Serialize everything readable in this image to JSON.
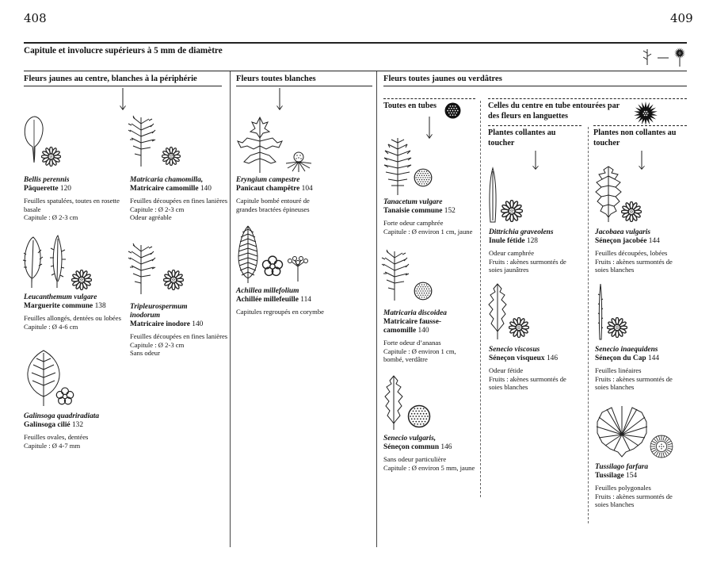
{
  "pages": {
    "left": "408",
    "right": "409"
  },
  "title": "Capitule et involucre supérieurs à 5 mm de diamètre",
  "sections": {
    "yellow_white": "Fleurs jaunes au centre, blanches à la périphérie",
    "white": "Fleurs toutes blanches",
    "yellow": "Fleurs toutes jaunes ou verdâtres",
    "tubes": "Toutes en tubes",
    "rays": "Celles du centre en tube entourées par des fleurs en languettes",
    "sticky": "Plantes collantes au toucher",
    "nonsticky": "Plantes non collantes au toucher"
  },
  "entries": {
    "bellis": {
      "latin": "Bellis perennis",
      "common": "Pâquerette",
      "page": "120",
      "desc": "Feuilles spatulées, toutes en rosette basale\nCapitule : Ø 2-3 cm"
    },
    "matricaria_cham": {
      "latin": "Matricaria chamomilla,",
      "common": "Matricaire camomille",
      "page": "140",
      "desc": "Feuilles découpées en fines lanières\nCapitule : Ø 2-3 cm\nOdeur agréable"
    },
    "leucanthemum": {
      "latin": "Leucanthemum vulgare",
      "common": "Marguerite commune",
      "page": "138",
      "desc": "Feuilles allongés, dentées ou lobées\nCapitule : Ø 4-6 cm"
    },
    "tripleurospermum": {
      "latin": "Tripleurospermum inodorum",
      "common": "Matricaire inodore",
      "page": "140",
      "desc": "Feuilles découpées en fines lanières\nCapitule : Ø 2-3 cm\nSans odeur"
    },
    "galinsoga": {
      "latin": "Galinsoga quadriradiata",
      "common": "Galinsoga cilié",
      "page": "132",
      "desc": "Feuilles ovales, dentées\nCapitule : Ø 4-7 mm"
    },
    "eryngium": {
      "latin": "Eryngium campestre",
      "common": "Panicaut champêtre",
      "page": "104",
      "desc": "Capitule bombé entouré de grandes bractées épineuses"
    },
    "achillea": {
      "latin": "Achillea millefolium",
      "common": "Achillée millefeuille",
      "page": "114",
      "desc": "Capitules regroupés en corymbe"
    },
    "tanacetum": {
      "latin": "Tanacetum vulgare",
      "common": "Tanaisie commune",
      "page": "152",
      "desc": "Forte odeur camphrée\nCapitule : Ø  environ 1 cm, jaune"
    },
    "matricaria_disc": {
      "latin": "Matricaria discoidea",
      "common": "Matricaire fausse-camomille",
      "page": "140",
      "desc": "Forte odeur d’ananas\nCapitule : Ø environ 1 cm, bombé, verdâtre"
    },
    "senecio_vulg": {
      "latin": "Senecio vulgaris,",
      "common": "Séneçon commun",
      "page": "146",
      "desc": "Sans odeur particulière\nCapitule : Ø environ 5 mm, jaune"
    },
    "dittrichia": {
      "latin": "Dittrichia graveolens",
      "common": "Inule fétide",
      "page": "128",
      "desc": "Odeur camphrée\nFruits : akènes surmontés de soies jaunâtres"
    },
    "senecio_visc": {
      "latin": "Senecio viscosus",
      "common": "Séneçon visqueux",
      "page": "146",
      "desc": "Odeur fétide\nFruits : akènes surmontés de soies blanches"
    },
    "jacobaea": {
      "latin": "Jacobaea vulgaris",
      "common": "Séneçon jacobée",
      "page": "144",
      "desc": "Feuilles découpées, lobées\nFruits : akènes surmontés de soies blanches"
    },
    "senecio_inaeq": {
      "latin": "Senecio inaequidens",
      "common": "Séneçon du Cap",
      "page": "144",
      "desc": "Feuilles linéaires\nFruits : akènes surmontés de soies blanches"
    },
    "tussilago": {
      "latin": "Tussilago farfara",
      "common": "Tussilage",
      "page": "154",
      "desc": "Feuilles polygonales\nFruits : akènes surmontés de soies blanches"
    }
  }
}
